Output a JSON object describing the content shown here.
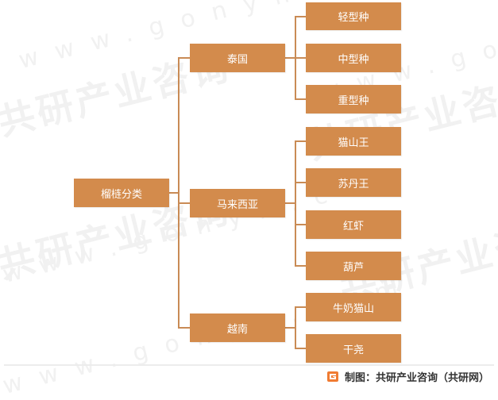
{
  "watermark": {
    "brand": "共研产业咨询",
    "url": "www.gonyn.com"
  },
  "diagram": {
    "root": {
      "label": "榴梿分类"
    },
    "countries": [
      {
        "label": "泰国",
        "varieties": [
          "轻型种",
          "中型种",
          "重型种"
        ]
      },
      {
        "label": "马来西亚",
        "varieties": [
          "猫山王",
          "苏丹王",
          "红虾",
          "葫芦"
        ]
      },
      {
        "label": "越南",
        "varieties": [
          "牛奶猫山",
          "干尧"
        ]
      }
    ]
  },
  "footer": {
    "source": "制图：共研产业咨询（共研网）"
  },
  "colors": {
    "box": "#d38b4c",
    "connector": "#c98b55",
    "text": "#ffffff"
  }
}
